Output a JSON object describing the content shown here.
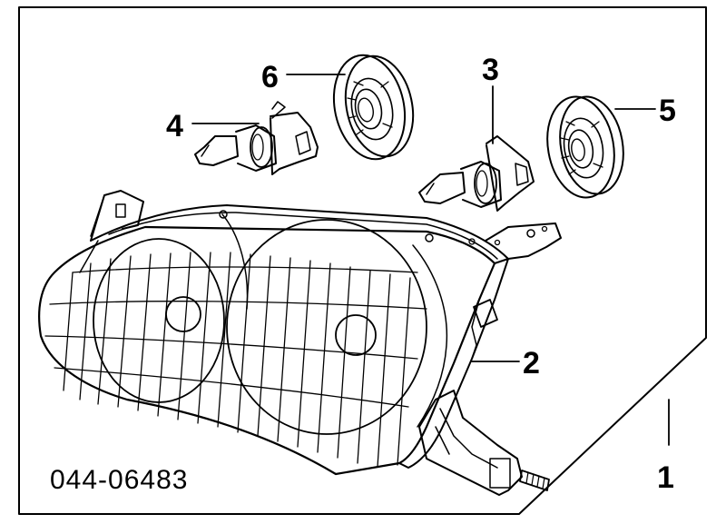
{
  "diagram": {
    "part_code": "044-06483",
    "callouts": {
      "assembly": "1",
      "housing": "2",
      "high_beam_bulb": "3",
      "low_beam_bulb": "4",
      "high_beam_cap": "5",
      "low_beam_cap": "6"
    }
  },
  "colors": {
    "line": "#000000",
    "background": "#ffffff"
  }
}
